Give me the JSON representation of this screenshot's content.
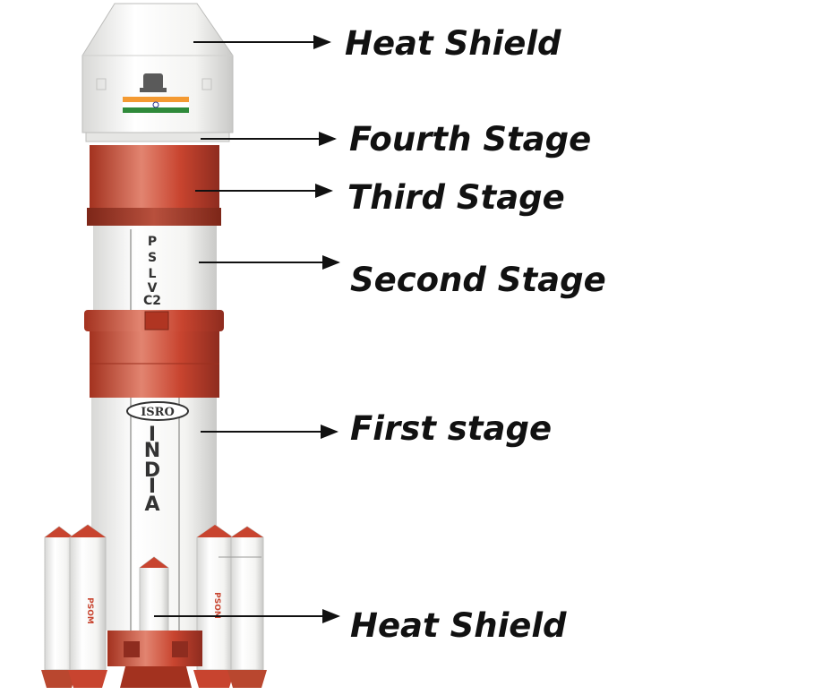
{
  "labels": [
    {
      "text": "Heat Shield"
    },
    {
      "text": "Fourth Stage"
    },
    {
      "text": "Third Stage"
    },
    {
      "text": "Second Stage"
    },
    {
      "text": "First stage"
    },
    {
      "text": "Heat Shield"
    }
  ],
  "rocket": {
    "vertical_text": [
      "P",
      "S",
      "L",
      "V",
      "C2"
    ],
    "logo_text": "ISRO",
    "country_letters": [
      "I",
      "N",
      "D",
      "I",
      "A"
    ],
    "booster_text": "PSOM"
  },
  "colors": {
    "red": "#c8442f",
    "red_dark": "#8e2c1f",
    "red_light": "#e07a66",
    "body_white": "#f4f4f2",
    "saffron": "#f49a32",
    "flag_green": "#2f8a3a"
  }
}
